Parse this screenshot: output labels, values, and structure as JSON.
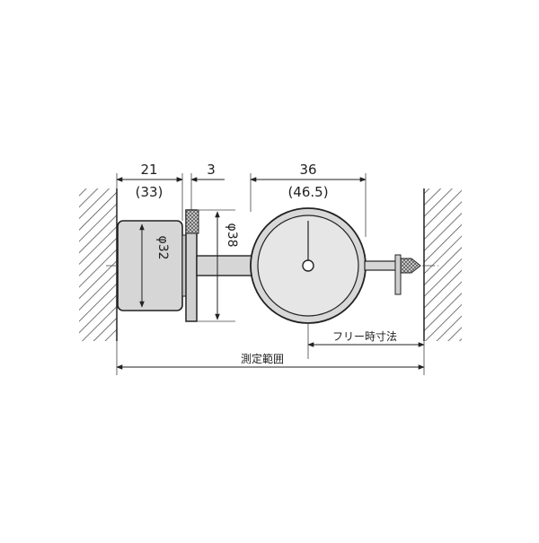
{
  "dimensions": {
    "body_length": "21",
    "body_length_alt": "(33)",
    "gap": "3",
    "dial_length": "36",
    "dial_length_alt": "(46.5)",
    "body_diameter": "φ32",
    "flange_diameter": "φ38",
    "free_length_label": "フリー時寸法",
    "measuring_range_label": "測定範囲"
  },
  "colors": {
    "line": "#222222",
    "body_fill": "#d6d6d6",
    "dial_face": "#e2e2e2",
    "hatch": "#555555"
  }
}
